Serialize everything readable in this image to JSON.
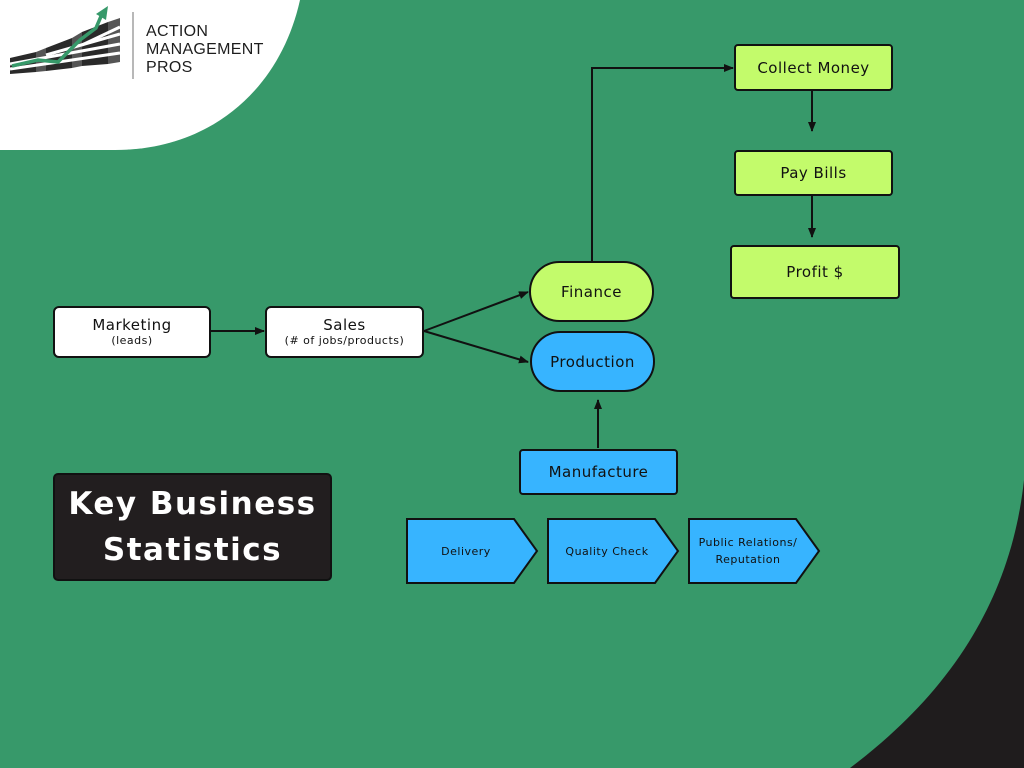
{
  "logo": {
    "lines": [
      "ACTION",
      "MANAGEMENT",
      "PROS"
    ]
  },
  "colors": {
    "background_green": "#37996a",
    "lime": "#c3fb6b",
    "blue": "#37b4ff",
    "dark": "#221e1f"
  },
  "nodes": {
    "marketing": {
      "label": "Marketing",
      "sub": "(leads)"
    },
    "sales": {
      "label": "Sales",
      "sub": "(# of jobs/products)"
    },
    "finance": {
      "label": "Finance"
    },
    "production": {
      "label": "Production"
    },
    "manufacture": {
      "label": "Manufacture"
    },
    "collect_money": {
      "label": "Collect Money"
    },
    "pay_bills": {
      "label": "Pay Bills"
    },
    "profit": {
      "label": "Profit $"
    }
  },
  "chevrons": [
    {
      "label": "Delivery"
    },
    {
      "label": "Quality Check"
    },
    {
      "label": "Public Relations/ Reputation"
    }
  ],
  "key_box": {
    "title": "Key Business\nStatistics"
  }
}
